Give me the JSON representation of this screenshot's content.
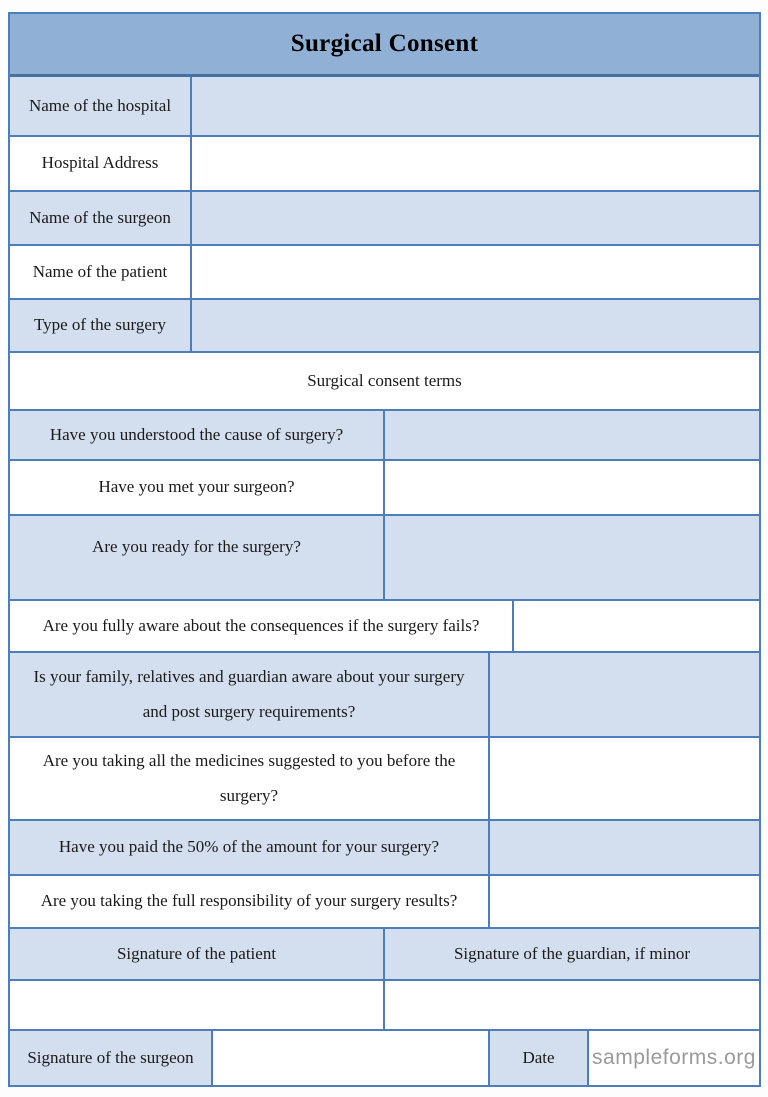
{
  "title": "Surgical Consent",
  "colors": {
    "header_bg": "#90b0d6",
    "header_border": "#44719f",
    "border": "#4e7dbb",
    "row_alt_bg": "#d3dfee",
    "row_bg": "#ffffff",
    "text": "#1a1a1a",
    "watermark_color": "#9a9a9a"
  },
  "info_fields": [
    {
      "label": "Name of the hospital"
    },
    {
      "label": "Hospital Address"
    },
    {
      "label": "Name of the surgeon"
    },
    {
      "label": "Name of the patient"
    },
    {
      "label": "Type of the surgery"
    }
  ],
  "section_header": "Surgical consent terms",
  "questions": [
    {
      "label": "Have you understood the cause of surgery?"
    },
    {
      "label": "Have you met your surgeon?"
    },
    {
      "label": "Are you ready for the surgery?"
    },
    {
      "label": "Are you fully aware about the consequences if the surgery fails?"
    },
    {
      "label": "Is your family, relatives and guardian aware about your surgery and post surgery requirements?"
    },
    {
      "label": "Are you taking all the medicines suggested to you before the surgery?"
    },
    {
      "label": "Have you paid the 50% of the amount for your surgery?"
    },
    {
      "label": "Are you taking the full responsibility of your surgery results?"
    }
  ],
  "signature_section": {
    "patient_label": "Signature of the patient",
    "guardian_label": "Signature of the guardian, if minor",
    "surgeon_label": "Signature of the surgeon",
    "date_label": "Date"
  },
  "watermark": "sampleforms.org"
}
